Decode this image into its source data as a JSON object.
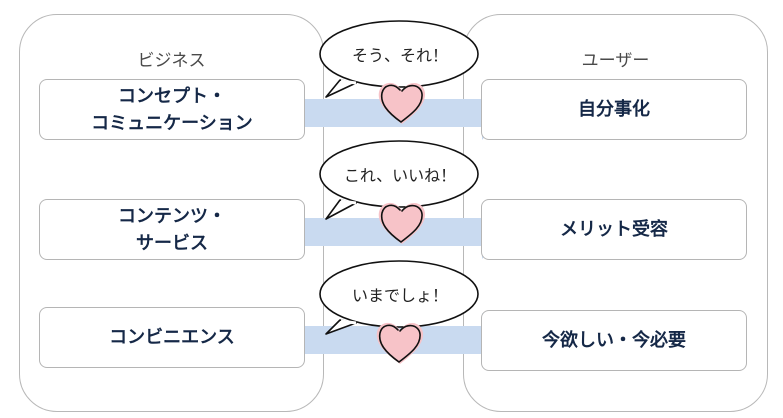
{
  "business": {
    "title": "ビジネス",
    "items": [
      {
        "label": "コンセプト・\nコミュニケーション"
      },
      {
        "label": "コンテンツ・\nサービス"
      },
      {
        "label": "コンビニエンス"
      }
    ]
  },
  "user": {
    "title": "ユーザー",
    "items": [
      {
        "label": "自分事化"
      },
      {
        "label": "メリット受容"
      },
      {
        "label": "今欲しい・今必要"
      }
    ]
  },
  "bubbles": [
    {
      "text": "そう、それ！"
    },
    {
      "text": "これ、いいね！"
    },
    {
      "text": "いまでしょ！"
    }
  ],
  "colors": {
    "arrow": "#c9daf0",
    "heart": "#f7c3c8",
    "text_dark": "#152847",
    "border": "#b8b8b8"
  }
}
